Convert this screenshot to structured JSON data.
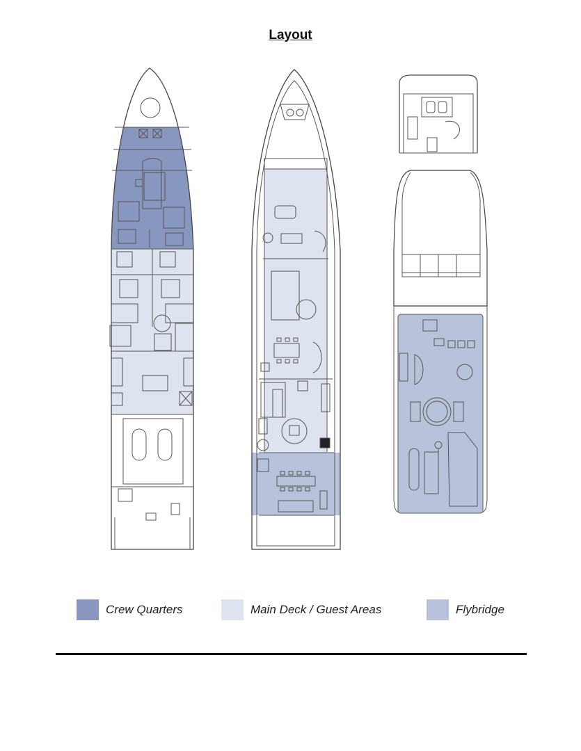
{
  "title": "Layout",
  "legend": [
    {
      "label": "Crew Quarters",
      "color": "#8797c0"
    },
    {
      "label": "Main Deck / Guest Areas",
      "color": "#dde4ef"
    },
    {
      "label": "Flybridge",
      "color": "#b8c2da"
    }
  ]
}
